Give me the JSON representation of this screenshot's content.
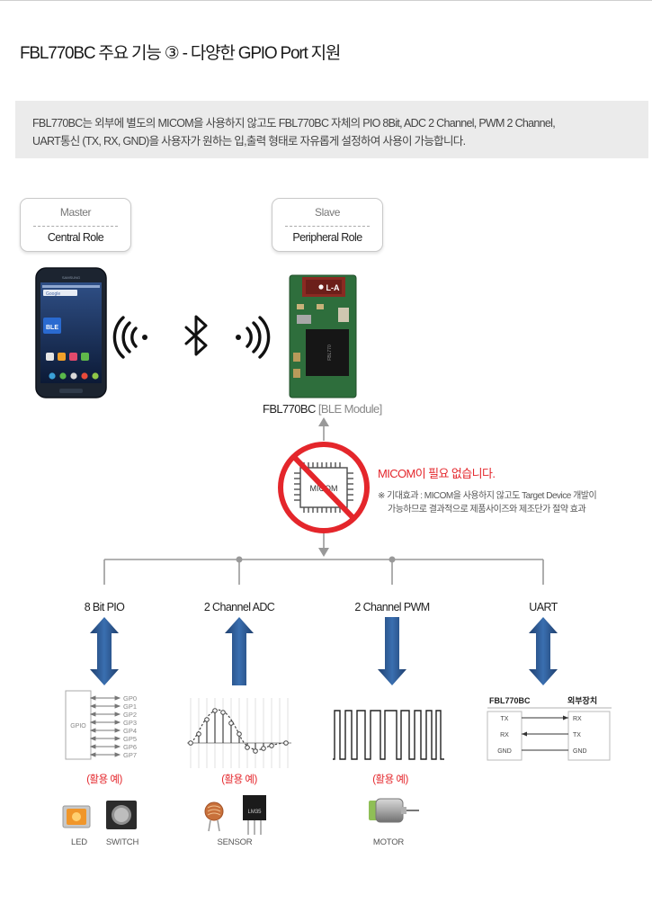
{
  "title": "FBL770BC 주요 기능 ③ - 다양한 GPIO Port 지원",
  "description": {
    "line1": "FBL770BC는 외부에 별도의 MICOM을 사용하지 않고도 FBL770BC 자체의 PIO 8Bit, ADC 2 Channel, PWM 2 Channel,",
    "line2": "UART통신 (TX, RX, GND)을 사용자가 원하는 입,출력 형태로 자유롭게 설정하여 사용이 가능합니다."
  },
  "roles": {
    "master": {
      "top": "Master",
      "bottom": "Central Role"
    },
    "slave": {
      "top": "Slave",
      "bottom": "Peripheral Role"
    }
  },
  "phone": {
    "search_text": "Google",
    "app_label": "BLE",
    "brand": "SAMSUNG"
  },
  "module_board": {
    "chip_label": "L-A"
  },
  "module": {
    "name": "FBL770BC",
    "sub": "[BLE Module]"
  },
  "micom": {
    "chip_label": "MICOM",
    "headline": "MICOM이 필요 없습니다.",
    "note_line1": "※ 기대효과 : MICOM을 사용하지 않고도 Target Device 개발이",
    "note_line2": "가능하므로 결과적으로 제품사이즈와 제조단가 절약 효과"
  },
  "categories": [
    {
      "label": "8 Bit PIO",
      "direction": "both"
    },
    {
      "label": "2 Channel ADC",
      "direction": "up"
    },
    {
      "label": "2 Channel PWM",
      "direction": "down"
    },
    {
      "label": "UART",
      "direction": "both"
    }
  ],
  "gpio": {
    "block_label": "GPIO",
    "pins": [
      "GP0",
      "GP1",
      "GP2",
      "GP3",
      "GP4",
      "GP5",
      "GP6",
      "GP7"
    ]
  },
  "uart_diagram": {
    "left_title": "FBL770BC",
    "right_title": "외부장치",
    "left_pins": [
      "TX",
      "RX",
      "GND"
    ],
    "right_pins": [
      "RX",
      "TX",
      "GND"
    ]
  },
  "examples": {
    "label": "(활용 예)"
  },
  "items": {
    "led": "LED",
    "switch": "SWITCH",
    "sensor": "SENSOR",
    "motor": "MOTOR",
    "sensor_chip": "LM35"
  },
  "colors": {
    "arrow": "#2f5f9a",
    "arrow_dark": "#1f3f6e",
    "accent_red": "#e4262b",
    "line_gray": "#999999",
    "desc_bg": "#ebebeb"
  },
  "icons": [
    "bluetooth-icon",
    "signal-wave-left-icon",
    "signal-wave-right-icon",
    "no-micom-icon"
  ]
}
